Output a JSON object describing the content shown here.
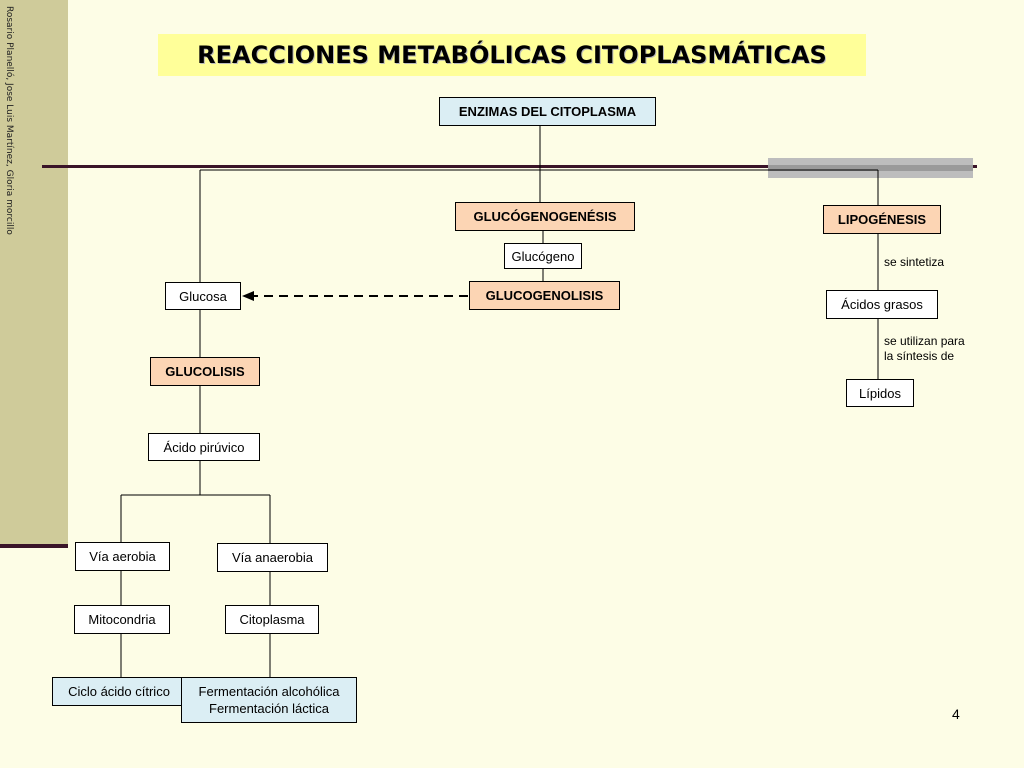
{
  "credits": "Rosario Planelló, Jose Luis Martínez, Gloria morcillo",
  "title": "REACCIONES METABÓLICAS CITOPLASMÁTICAS",
  "nodes": {
    "enzimas": "ENZIMAS DEL CITOPLASMA",
    "glucogenogenesis": "GLUCÓGENOGENÉSIS",
    "glucogeno": "Glucógeno",
    "glucogenolisis": "GLUCOGENOLISIS",
    "glucosa": "Glucosa",
    "glucolisis": "GLUCOLISIS",
    "acido_piruvico": "Ácido pirúvico",
    "via_aerobia": "Vía aerobia",
    "via_anaerobia": "Vía anaerobia",
    "mitocondria": "Mitocondria",
    "citoplasma": "Citoplasma",
    "ciclo_acido_citrico": "Ciclo ácido cítrico",
    "fermentacion_alcoholica": "Fermentación alcohólica",
    "fermentacion_lactica": "Fermentación láctica",
    "lipogenesis": "LIPOGÉNESIS",
    "acidos_grasos": "Ácidos grasos",
    "lipidos": "Lípidos"
  },
  "notes": {
    "se_sintetiza": "se sintetiza",
    "se_utilizan_1": "se utilizan para",
    "se_utilizan_2": "la síntesis de"
  },
  "page_number": "4",
  "colors": {
    "background": "#fdfde6",
    "sidebar": "#cfcb9a",
    "rule": "#3a1428",
    "title_bg": "#ffff99",
    "process_box": "#fcd5b4",
    "result_box": "#dbeef4"
  }
}
